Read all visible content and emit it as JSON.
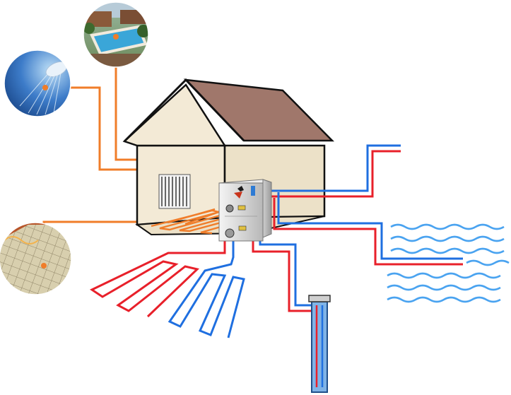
{
  "diagram": {
    "components": [
      {
        "id": "swimming-pool",
        "kind": "photo-thumbnail"
      },
      {
        "id": "shower",
        "kind": "photo-thumbnail"
      },
      {
        "id": "floor-heating",
        "kind": "photo-thumbnail"
      },
      {
        "id": "house",
        "kind": "building"
      },
      {
        "id": "radiator",
        "kind": "device"
      },
      {
        "id": "heat-pump-unit",
        "kind": "device"
      },
      {
        "id": "ground-loop",
        "kind": "horizontal-collector"
      },
      {
        "id": "borehole",
        "kind": "vertical-collector"
      },
      {
        "id": "surface-water",
        "kind": "water-body"
      }
    ],
    "colors": {
      "supply_line": "#e8202a",
      "return_line": "#1f6fe0",
      "connector_line": "#f07d2a",
      "roof": "#a0776b",
      "wall": "#f3ead6",
      "water_wave": "#4aa3f0",
      "unit_body": "#d9d9d9"
    }
  }
}
